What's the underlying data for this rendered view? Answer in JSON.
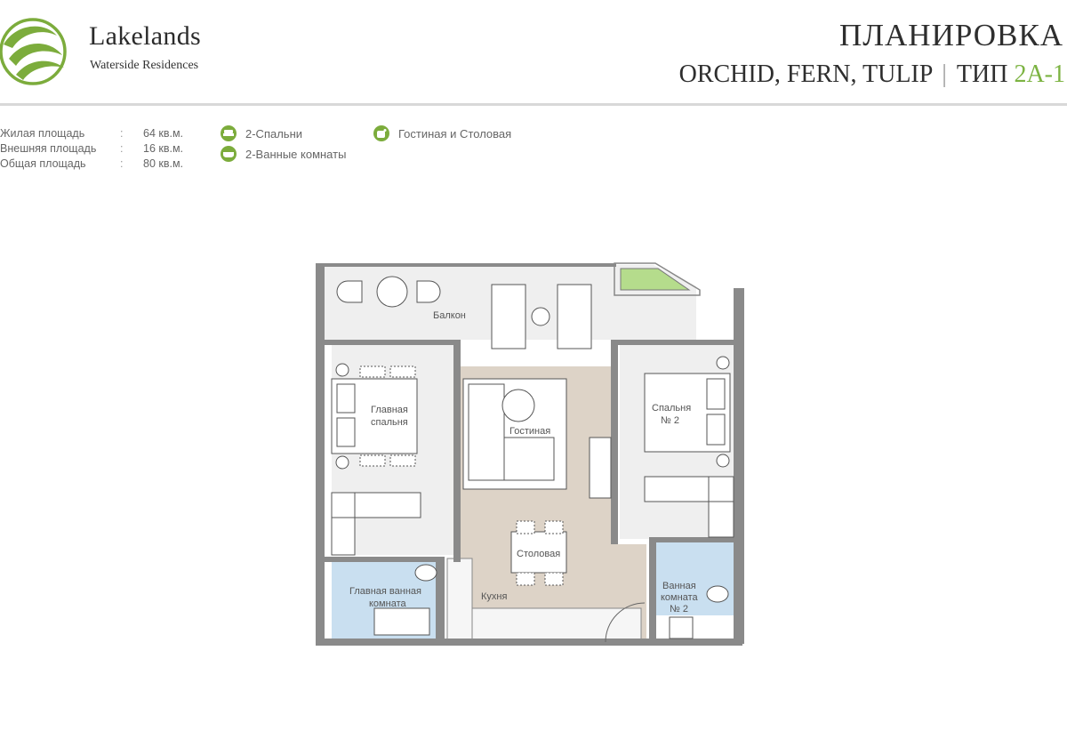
{
  "brand": {
    "name": "Lakelands",
    "subtitle": "Waterside Residences",
    "accent_color": "#7cac3c"
  },
  "header": {
    "title": "ПЛАНИРОВКА",
    "models": "ORCHID, FERN, TULIP",
    "separator": "|",
    "type_label": "ТИП",
    "type_code": "2A-1",
    "type_code_color": "#7cb342"
  },
  "specs": [
    {
      "label": "Жилая площадь",
      "colon": ":",
      "value": "64 кв.м."
    },
    {
      "label": "Внешняя площадь",
      "colon": ":",
      "value": "16 кв.м."
    },
    {
      "label": "Общая площадь",
      "colon": ":",
      "value": "80 кв.м."
    }
  ],
  "features": [
    {
      "icon": "bed-icon",
      "label": "2-Спальни"
    },
    {
      "icon": "bathtub-icon",
      "label": "2-Ванные комнаты"
    },
    {
      "icon": "living-room-icon",
      "label": "Гостиная и Столовая"
    }
  ],
  "floorplan": {
    "rooms": {
      "balcony": "Балкон",
      "master_bedroom_l1": "Главная",
      "master_bedroom_l2": "спальня",
      "living": "Гостиная",
      "bedroom2_l1": "Спальня",
      "bedroom2_l2": "№ 2",
      "dining": "Столовая",
      "kitchen": "Кухня",
      "master_bath_l1": "Главная ванная",
      "master_bath_l2": "комната",
      "bath2_l1": "Ванная",
      "bath2_l2": "комната",
      "bath2_l3": "№ 2"
    },
    "colors": {
      "wall": "#8a8a8a",
      "floor_light": "#efefef",
      "floor_living": "#ddd3c7",
      "floor_bath": "#c9dff0",
      "planter": "#b5dc8c"
    }
  }
}
